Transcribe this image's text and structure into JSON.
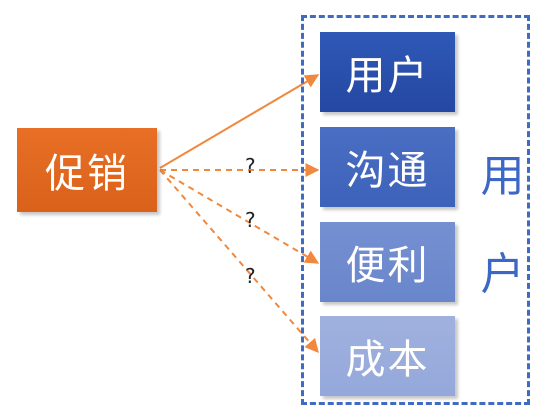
{
  "source": {
    "label": "促销"
  },
  "targets": [
    {
      "label": "用户",
      "connector": "solid"
    },
    {
      "label": "沟通",
      "connector": "dashed"
    },
    {
      "label": "便利",
      "connector": "dashed"
    },
    {
      "label": "成本",
      "connector": "dashed"
    }
  ],
  "group_label": {
    "char1": "用",
    "char2": "户"
  },
  "question_marks": [
    "?",
    "?",
    "?"
  ],
  "colors": {
    "source": "#e06822",
    "arrow": "#f0883e",
    "frame": "#3f6bc2",
    "targets": [
      "#2a52ad",
      "#4468be",
      "#6f8bce",
      "#9badda"
    ]
  }
}
